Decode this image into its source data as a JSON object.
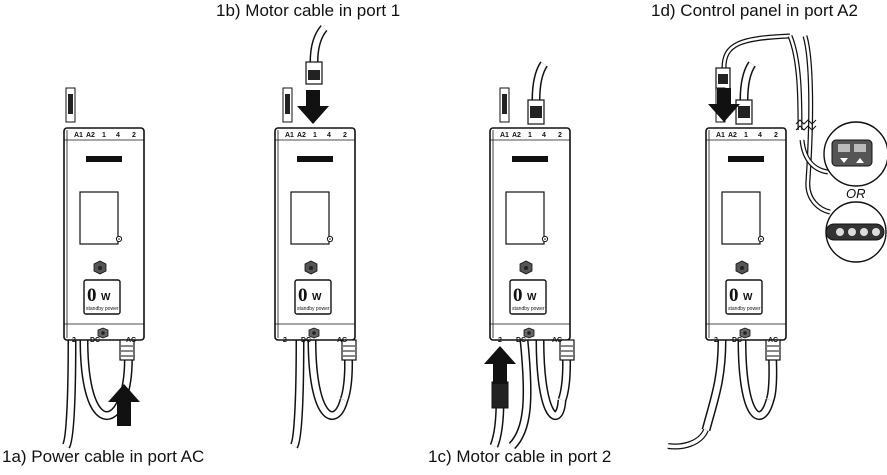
{
  "captions": {
    "step_1a": "1a) Power cable in port AC",
    "step_1b": "1b) Motor cable in port 1",
    "step_1c": "1c) Motor cable in port 2",
    "step_1d": "1d) Control panel in port A2"
  },
  "unit": {
    "top_ports": [
      "A1",
      "A2",
      "1",
      "4",
      "2"
    ],
    "bottom_ports": [
      "2",
      "DC",
      "AC"
    ],
    "label_big": "0",
    "label_unit": "W",
    "label_small": "standby power"
  },
  "alternative_label": "OR"
}
